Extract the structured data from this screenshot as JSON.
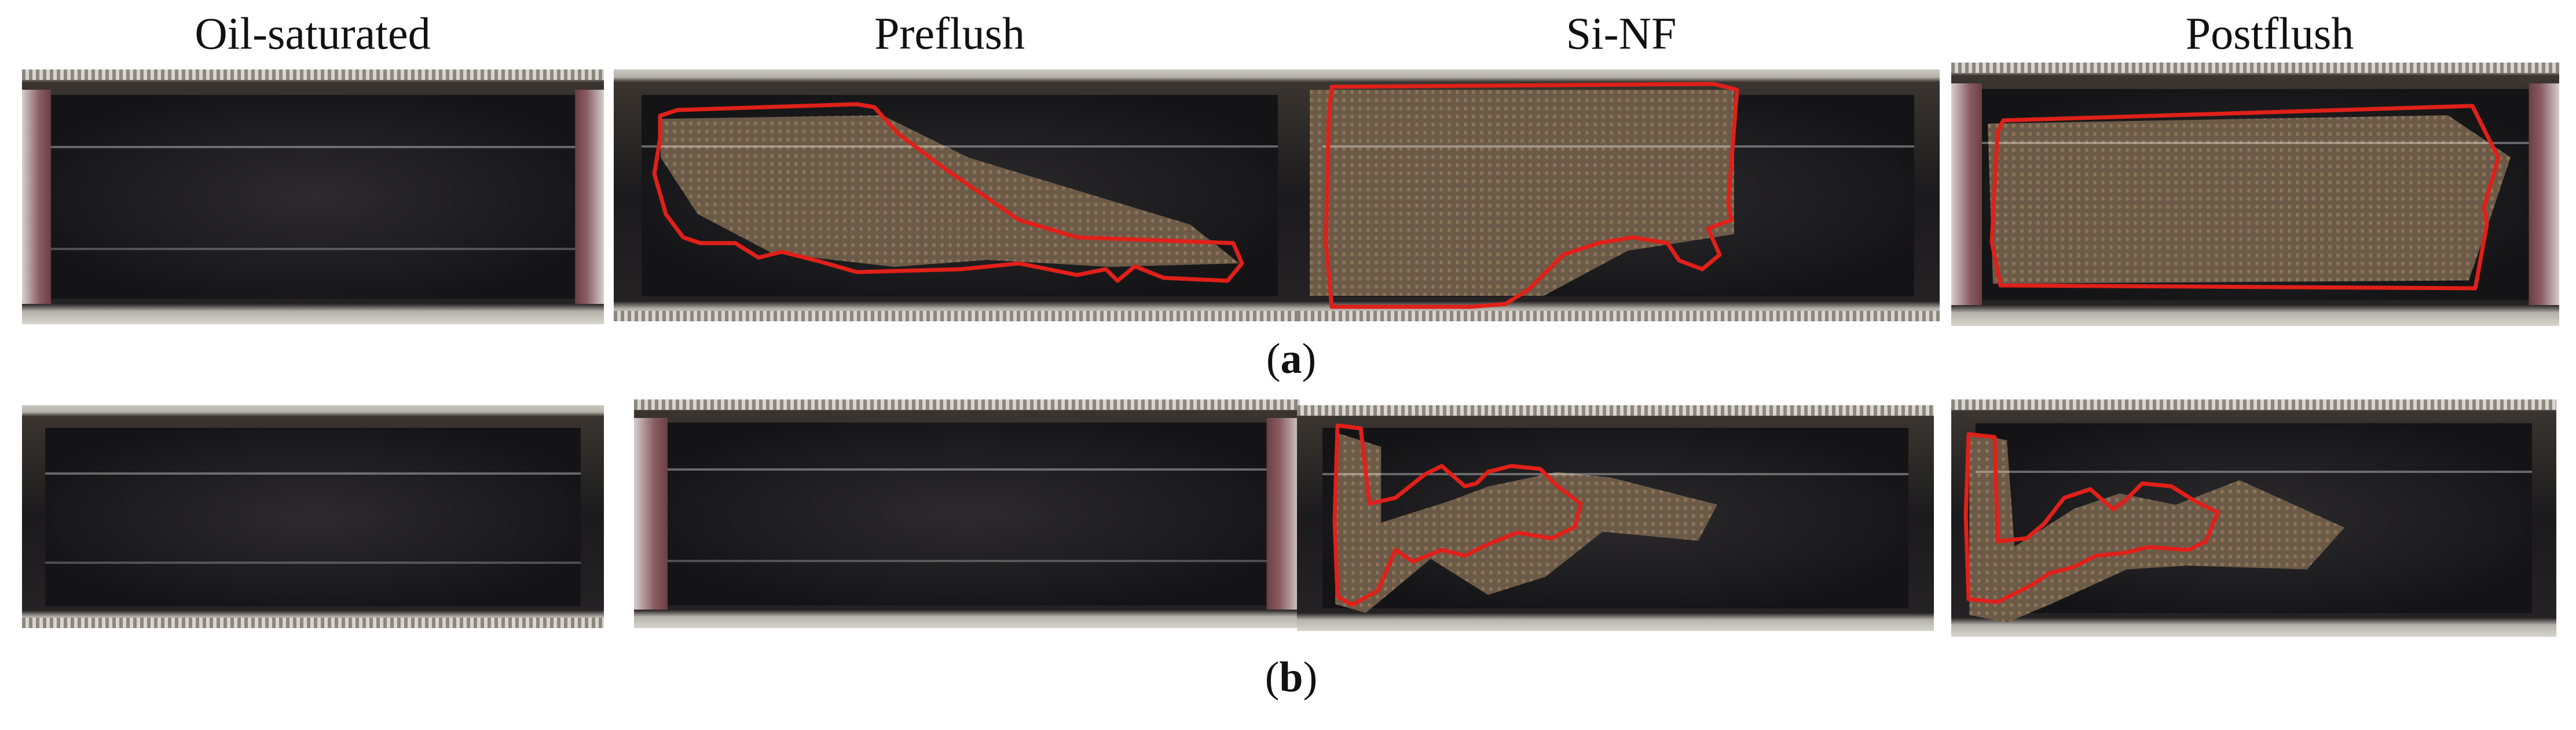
{
  "columns": [
    "Oil-saturated",
    "Preflush",
    "Si-NF",
    "Postflush"
  ],
  "panels": {
    "a": {
      "open": "(",
      "letter": "a",
      "close": ")"
    },
    "b": {
      "open": "(",
      "letter": "b",
      "close": ")"
    }
  },
  "colors": {
    "outline": "#e0201a",
    "core_dark": "#141416",
    "sand": "#6b5a48"
  }
}
